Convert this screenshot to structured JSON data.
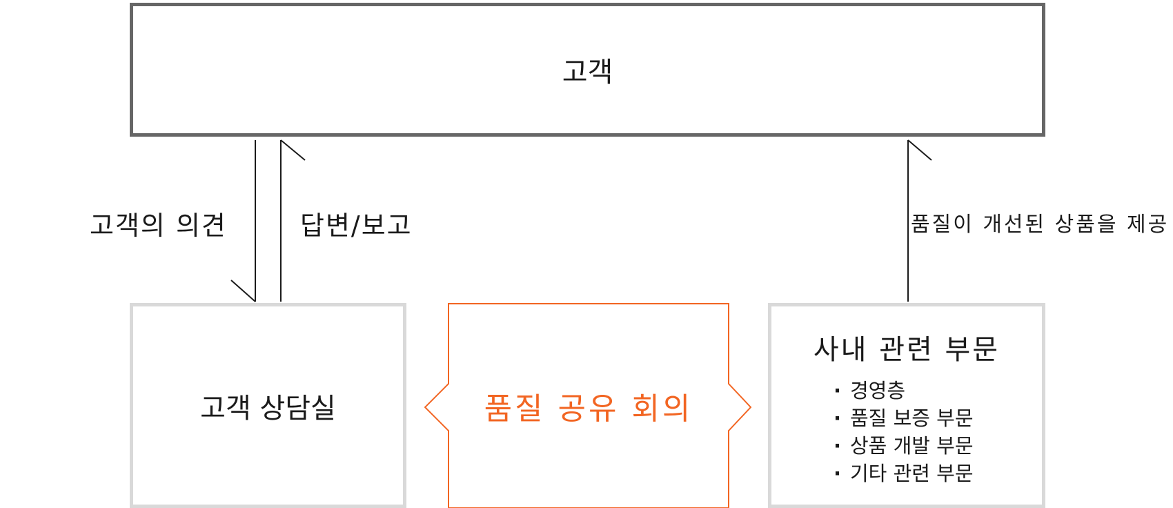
{
  "nodes": {
    "customer": "고객",
    "counseling_room": "고객 상담실",
    "quality_meeting": "품질 공유 회의",
    "internal_departments": {
      "title": "사내 관련 부문",
      "items": [
        "경영층",
        "품질 보증 부문",
        "상품 개발 부문",
        "기타 관련 부문"
      ]
    }
  },
  "edges": {
    "customer_opinion": "고객의 의견",
    "answer_report": "답변/보고",
    "improved_product": "품질이 개선된 상품을 제공"
  },
  "colors": {
    "customer_border": "#666666",
    "box_border": "#d9d9d9",
    "meeting_accent": "#f26522",
    "line": "#1a1a1a"
  }
}
